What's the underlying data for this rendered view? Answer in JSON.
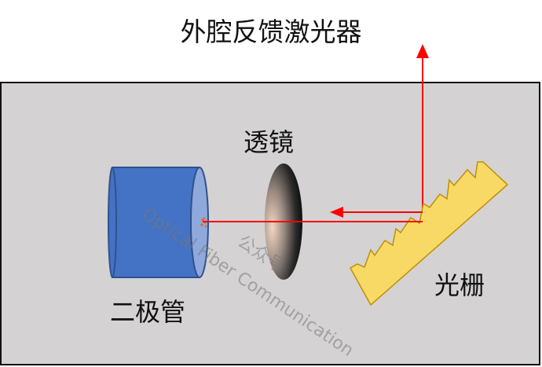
{
  "title": "外腔反馈激光器",
  "labels": {
    "lens": "透镜",
    "diode": "二极管",
    "grating": "光栅"
  },
  "watermark": {
    "line1": "Optical Fiber Communication",
    "line2": "公众号"
  },
  "colors": {
    "panel": "#d4d2d3",
    "diode": "#4472c4",
    "grating": "#f9d966",
    "beam": "#ff0000"
  }
}
